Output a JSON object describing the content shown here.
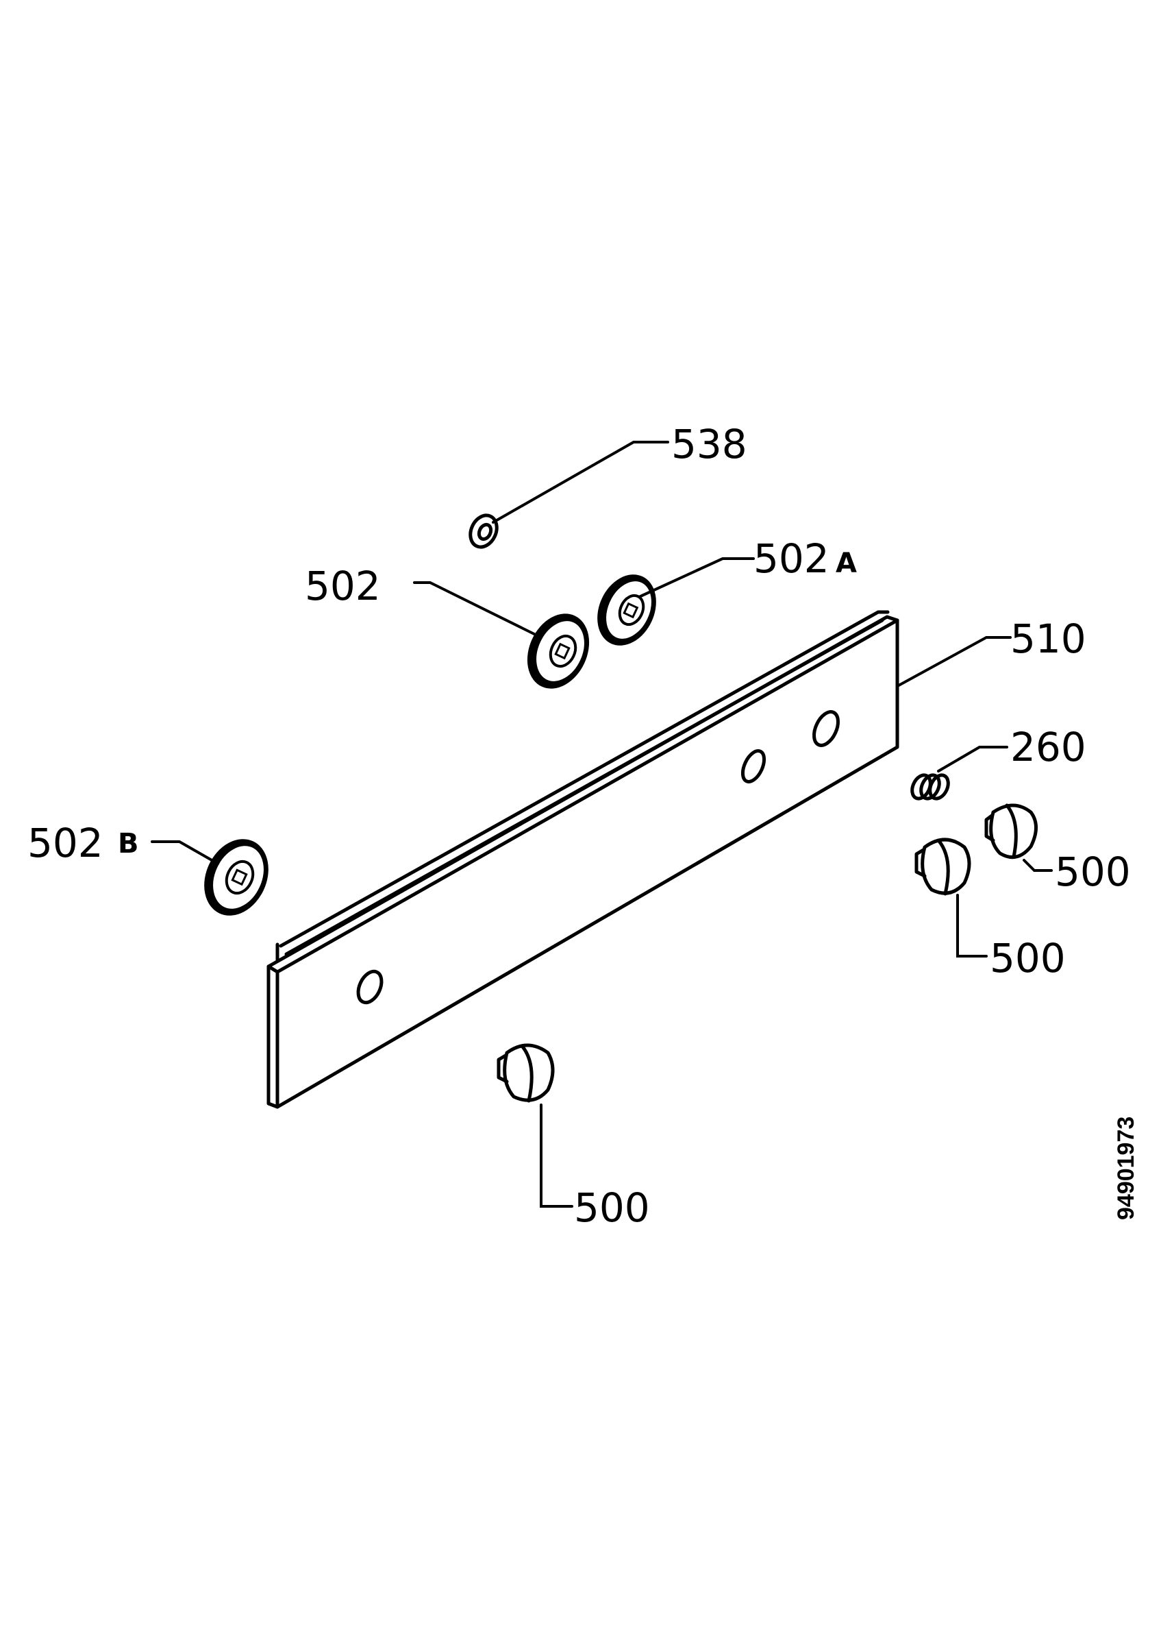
{
  "labels": {
    "p538": "538",
    "p502": "502",
    "p502a_num": "502",
    "p502a_suffix": "A",
    "p510": "510",
    "p260": "260",
    "p502b_num": "502",
    "p502b_suffix": "B",
    "p500_right_top": "500",
    "p500_right_bottom": "500",
    "p500_bottom": "500"
  },
  "document_number": "94901973"
}
